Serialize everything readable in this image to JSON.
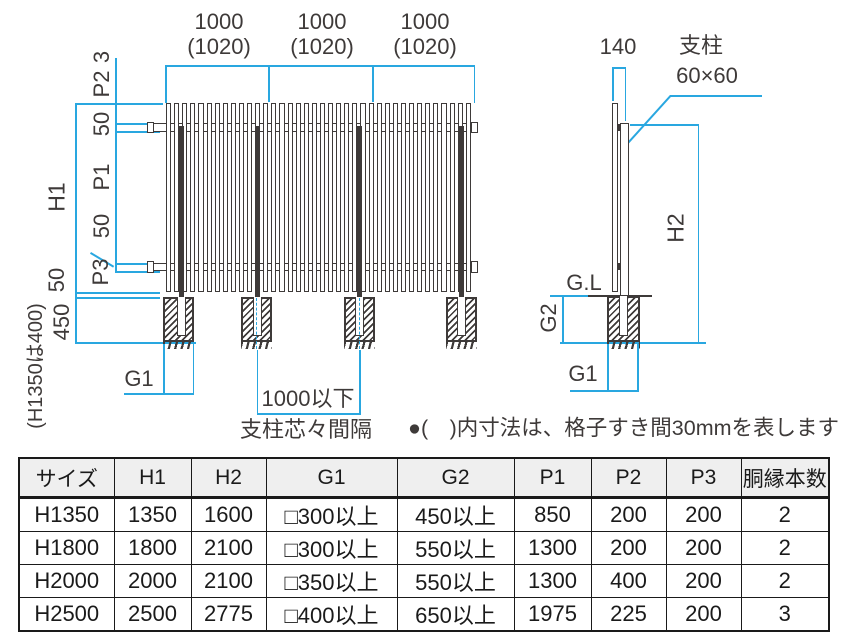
{
  "note": "●(　)内寸法は、格子すき間30mmを表します",
  "front_view": {
    "bay_dims": [
      {
        "value": "1000",
        "paren": "(1020)"
      },
      {
        "value": "1000",
        "paren": "(1020)"
      },
      {
        "value": "1000",
        "paren": "(1020)"
      }
    ],
    "dims": {
      "top_gap": "3",
      "p2": "P2",
      "rail_top": "50",
      "p1": "P1",
      "rail_mid": "50",
      "p3": "P3",
      "h1": "H1",
      "bottom_gap": "50",
      "embed": "450",
      "embed_note": "(H1350は400)",
      "g1": "G1",
      "post_spacing": "1000以下",
      "post_spacing_label": "支柱芯々間隔"
    }
  },
  "side_view": {
    "dims": {
      "depth": "140",
      "h2": "H2",
      "g2": "G2",
      "g1": "G1"
    },
    "labels": {
      "post_line1": "支柱",
      "post_line2": "60×60",
      "ground": "G.L"
    }
  },
  "table": {
    "headers": [
      "サイズ",
      "H1",
      "H2",
      "G1",
      "G2",
      "P1",
      "P2",
      "P3",
      "胴縁本数"
    ],
    "rows": [
      [
        "H1350",
        "1350",
        "1600",
        "□300以上",
        "450以上",
        "850",
        "200",
        "200",
        "2"
      ],
      [
        "H1800",
        "1800",
        "2100",
        "□300以上",
        "550以上",
        "1300",
        "200",
        "200",
        "2"
      ],
      [
        "H2000",
        "2000",
        "2100",
        "□350以上",
        "550以上",
        "1300",
        "400",
        "200",
        "2"
      ],
      [
        "H2500",
        "2500",
        "2775",
        "□400以上",
        "650以上",
        "1975",
        "225",
        "200",
        "3"
      ]
    ]
  },
  "colors": {
    "dimension_line": "#29A7E0",
    "drawing_line": "#3E3A39",
    "table_header_bg": "#EFEFEF"
  }
}
